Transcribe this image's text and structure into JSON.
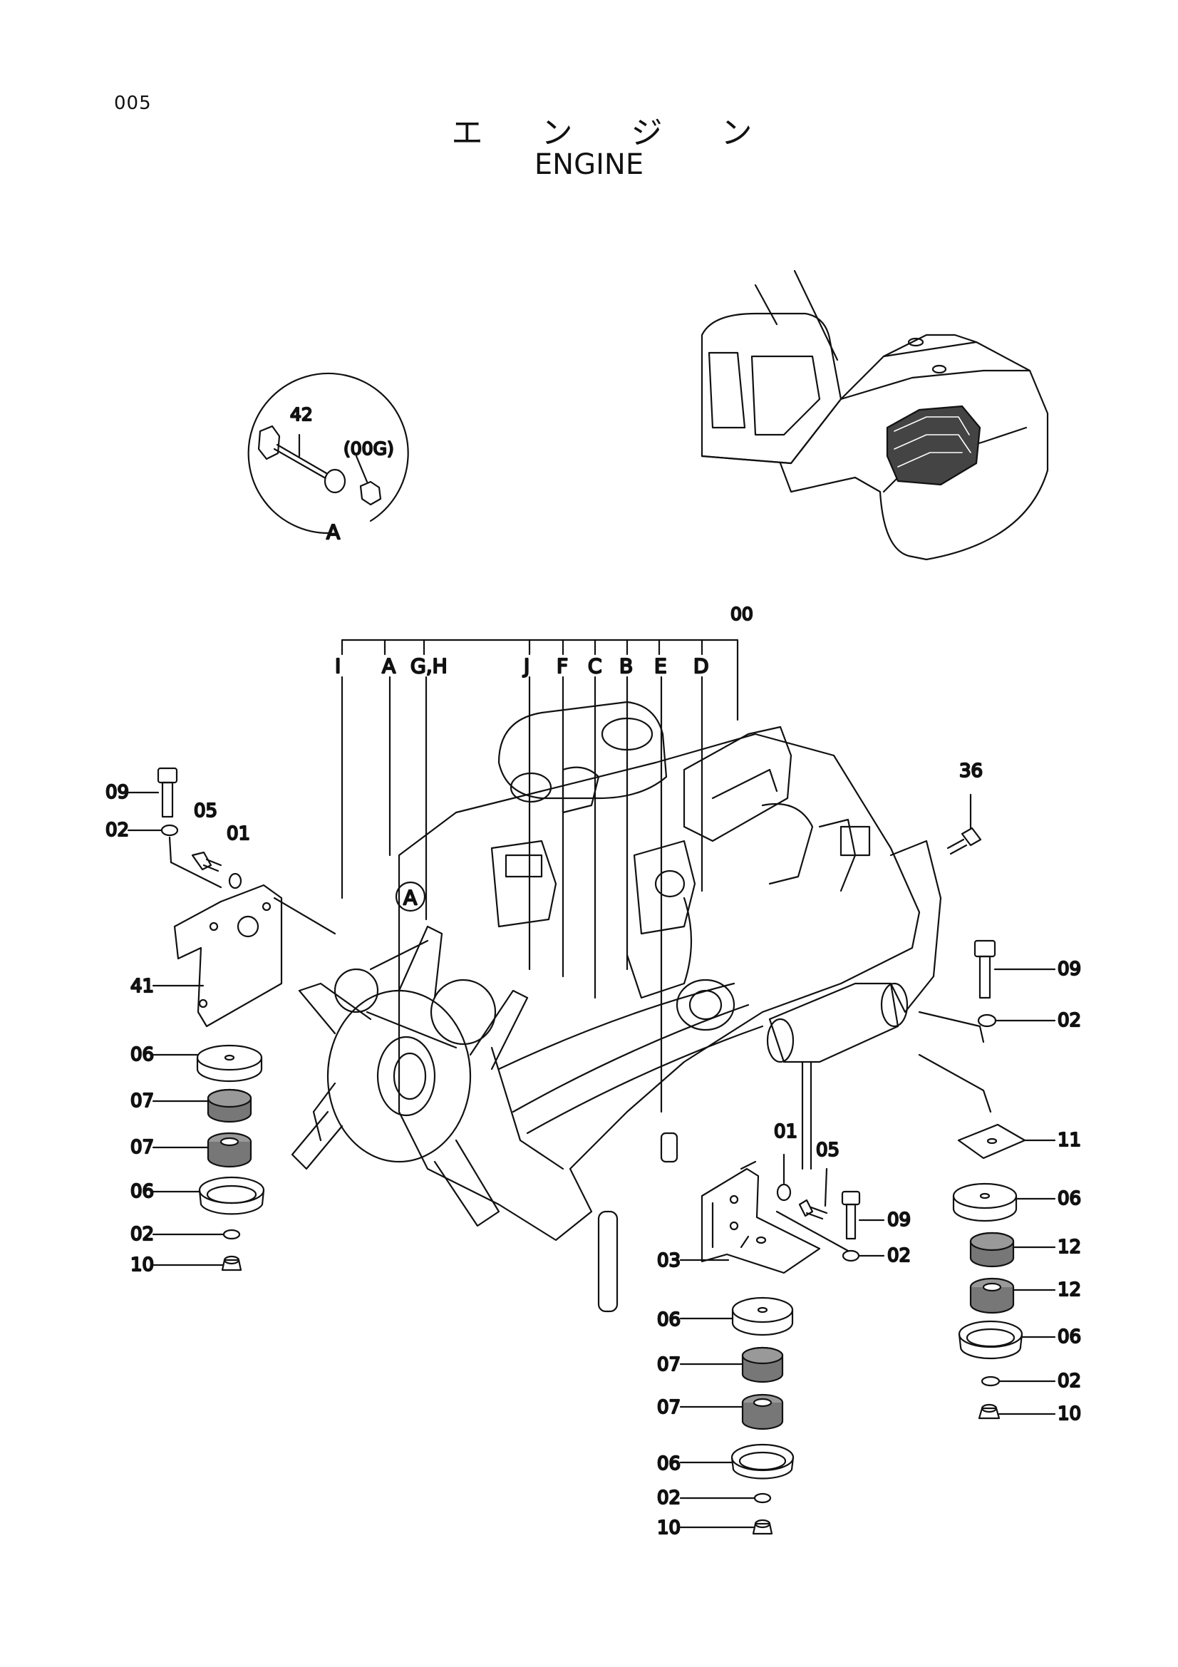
{
  "page_number": "005",
  "title_japanese": "エ ン ジ ン",
  "title_english": "ENGINE",
  "detail": {
    "ref_label": "A",
    "part_label": "42",
    "group_label": "(00G)"
  },
  "engine_assembly": {
    "main_label": "00",
    "letter_labels": [
      "I",
      "A",
      "G,H",
      "J",
      "F",
      "C",
      "B",
      "E",
      "D"
    ],
    "circle_label": "A"
  },
  "left_mount": {
    "bolt": "09",
    "washer_top": "02",
    "bolt2": "05",
    "washer2": "01",
    "bracket": "41",
    "cap_top": "06",
    "rubber_1": "07",
    "rubber_2": "07",
    "cap_bottom": "06",
    "washer_bottom": "02",
    "nut": "10"
  },
  "center_mount": {
    "washer_a": "01",
    "bolt_a": "05",
    "bolt_b": "09",
    "washer_b": "02",
    "bracket": "03",
    "cap_top": "06",
    "rubber_1": "07",
    "rubber_2": "07",
    "cap_bottom": "06",
    "washer_bottom": "02",
    "nut": "10"
  },
  "right_mount": {
    "bolt_top": "36",
    "bolt": "09",
    "washer_top": "02",
    "plate": "11",
    "cap_top": "06",
    "rubber_1": "12",
    "rubber_2": "12",
    "cap_bottom": "06",
    "washer_bottom": "02",
    "nut": "10"
  }
}
